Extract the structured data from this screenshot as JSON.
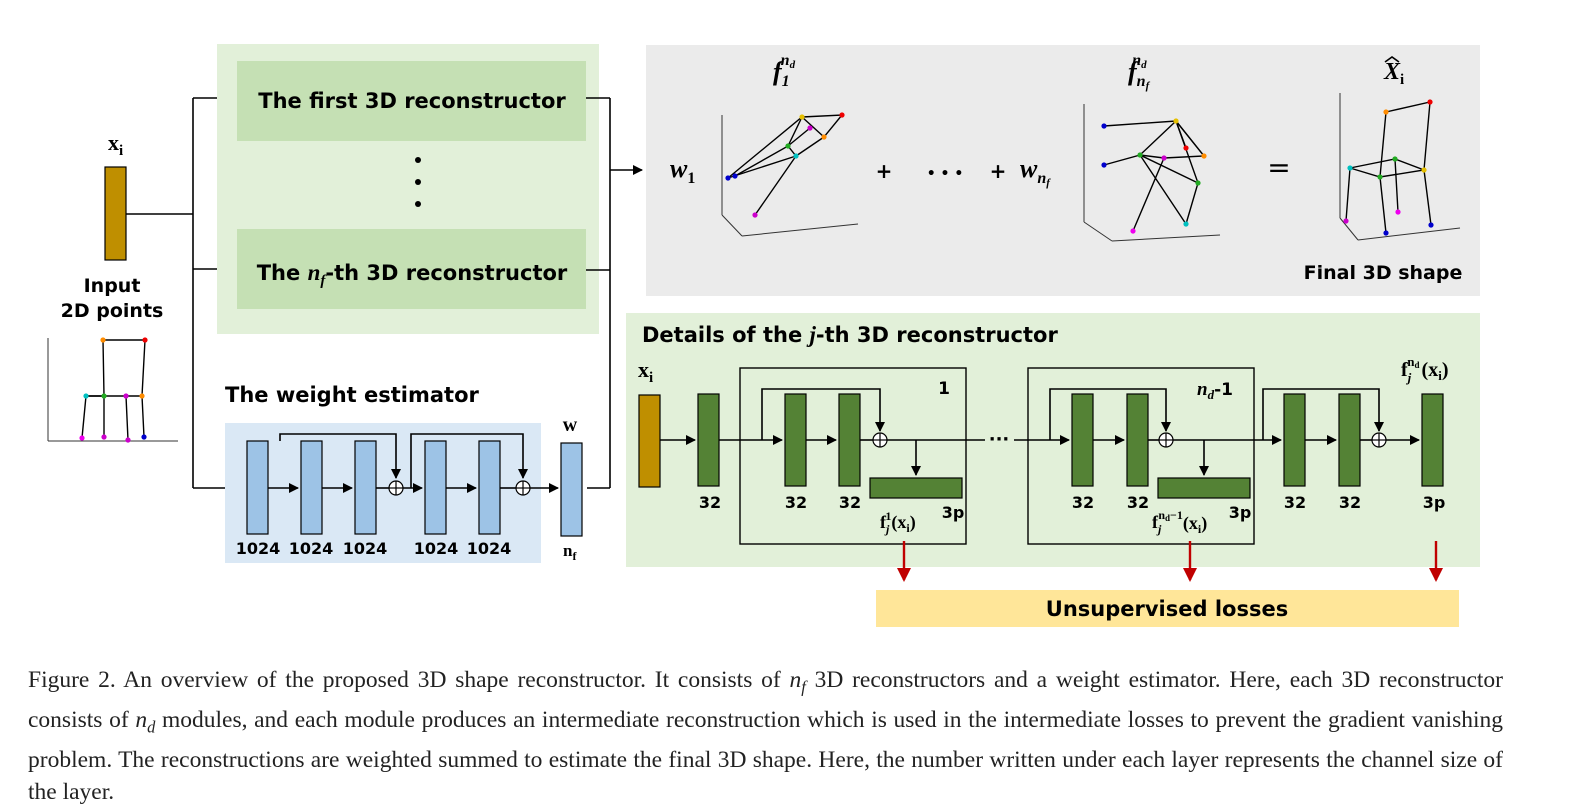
{
  "figure": {
    "input": {
      "x_label": "x",
      "x_sub": "i",
      "caption_line1": "Input",
      "caption_line2": "2D points"
    },
    "reconstructors": {
      "first_label": "The first 3D reconstructor",
      "last_prefix": "The ",
      "last_var": "n",
      "last_var_sub": "f",
      "last_suffix": "-th 3D reconstructor"
    },
    "weight_estimator": {
      "title": "The weight estimator",
      "layer_sizes": [
        "1024",
        "1024",
        "1024",
        "1024",
        "1024"
      ],
      "output_label": "w",
      "output_size_main": "n",
      "output_size_sub": "f"
    },
    "combination": {
      "f1_main": "f",
      "f1_sub": "1",
      "f1_sup": "n",
      "f1_sup_sub": "d",
      "fn_main": "f",
      "fn_sub": "n",
      "fn_sub_sub": "f",
      "fn_sup": "n",
      "fn_sup_sub": "d",
      "xhat_main": "X",
      "xhat_sub": "i",
      "w1_main": "w",
      "w1_sub": "1",
      "wn_main": "w",
      "wn_sub": "n",
      "wn_sub_sub": "f",
      "plus": "+",
      "dots": "• • •",
      "equals": "=",
      "final_label": "Final 3D shape"
    },
    "details": {
      "title_prefix": "Details of the ",
      "title_var": "j",
      "title_suffix": "-th 3D reconstructor",
      "input_x": "x",
      "input_x_sub": "i",
      "first_size": "32",
      "module1_sizes": [
        "32",
        "32"
      ],
      "module1_number": "1",
      "module1_out_f": "f",
      "module1_out_sub": "j",
      "module1_out_sup": "1",
      "module1_out_arg": "(x",
      "module1_out_arg_sub": "i",
      "module1_out_close": ")",
      "module1_out_size": "3p",
      "module_last_sizes": [
        "32",
        "32"
      ],
      "module_last_number_main": "n",
      "module_last_number_sub": "d",
      "module_last_number_suffix": "-1",
      "module_last_out_f": "f",
      "module_last_out_sub": "j",
      "module_last_out_sup": "n",
      "module_last_out_sup_sub": "d",
      "module_last_out_sup_suffix": "−1",
      "module_last_out_arg": "(x",
      "module_last_out_arg_sub": "i",
      "module_last_out_close": ")",
      "module_last_out_size": "3p",
      "final_sizes": [
        "32",
        "32"
      ],
      "final_out_f": "f",
      "final_out_sub": "j",
      "final_out_sup": "n",
      "final_out_sup_sub": "d",
      "final_out_arg": "(x",
      "final_out_arg_sub": "i",
      "final_out_close": ")",
      "final_out_size": "3p",
      "ellipsis": "···"
    },
    "losses_label": "Unsupervised losses",
    "colors": {
      "green_panel": "#e2f0d9",
      "green_box": "#c5e0b4",
      "gray_panel": "#ebebeb",
      "blue_panel": "#dae8f5",
      "blue_layer": "#9dc3e6",
      "green_layer": "#548235",
      "input_layer": "#bf8f00",
      "loss_bar": "#ffe699",
      "loss_arrow": "#c00000"
    }
  },
  "caption": {
    "part1": "Figure 2. An overview of the proposed 3D shape reconstructor. It consists of ",
    "var1": "n",
    "var1_sub": "f",
    "part2": " 3D reconstructors and a weight estimator. Here, each 3D reconstructor consists of ",
    "var2": "n",
    "var2_sub": "d",
    "part3": " modules, and each module produces an intermediate reconstruction which is used in the intermediate losses to prevent the gradient vanishing problem.  The reconstructions are weighted summed to estimate the final 3D shape.  Here, the number written under each layer represents the channel size of the layer."
  }
}
